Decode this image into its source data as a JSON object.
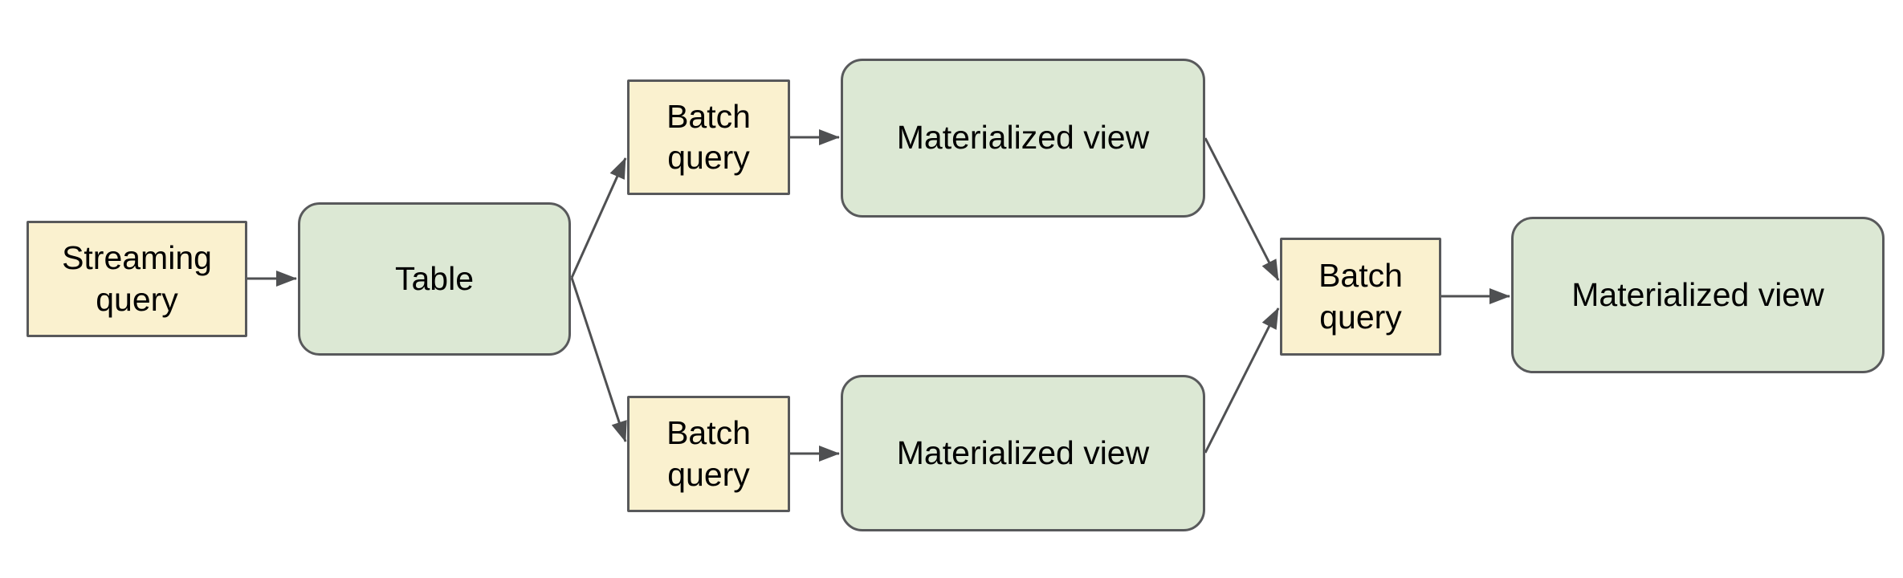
{
  "colors": {
    "background": "#ffffff",
    "query_node_fill": "#faf1cf",
    "data_node_fill": "#dce8d4",
    "node_border": "#58595b",
    "connector": "#4f5052",
    "label_text": "#000000"
  },
  "nodes": [
    {
      "id": "streaming-query",
      "label": "Streaming query",
      "kind": "query"
    },
    {
      "id": "table",
      "label": "Table",
      "kind": "data"
    },
    {
      "id": "batch-query-top",
      "label": "Batch query",
      "kind": "query"
    },
    {
      "id": "materialized-view-top",
      "label": "Materialized view",
      "kind": "data"
    },
    {
      "id": "batch-query-bottom",
      "label": "Batch query",
      "kind": "query"
    },
    {
      "id": "materialized-view-bottom",
      "label": "Materialized view",
      "kind": "data"
    },
    {
      "id": "batch-query-right",
      "label": "Batch query",
      "kind": "query"
    },
    {
      "id": "materialized-view-right",
      "label": "Materialized view",
      "kind": "data"
    }
  ],
  "connectors": [
    {
      "from": "streaming-query",
      "to": "table"
    },
    {
      "from": "table",
      "to": "batch-query-top"
    },
    {
      "from": "table",
      "to": "batch-query-bottom"
    },
    {
      "from": "batch-query-top",
      "to": "materialized-view-top"
    },
    {
      "from": "batch-query-bottom",
      "to": "materialized-view-bottom"
    },
    {
      "from": "materialized-view-top",
      "to": "batch-query-right"
    },
    {
      "from": "materialized-view-bottom",
      "to": "batch-query-right"
    },
    {
      "from": "batch-query-right",
      "to": "materialized-view-right"
    }
  ]
}
